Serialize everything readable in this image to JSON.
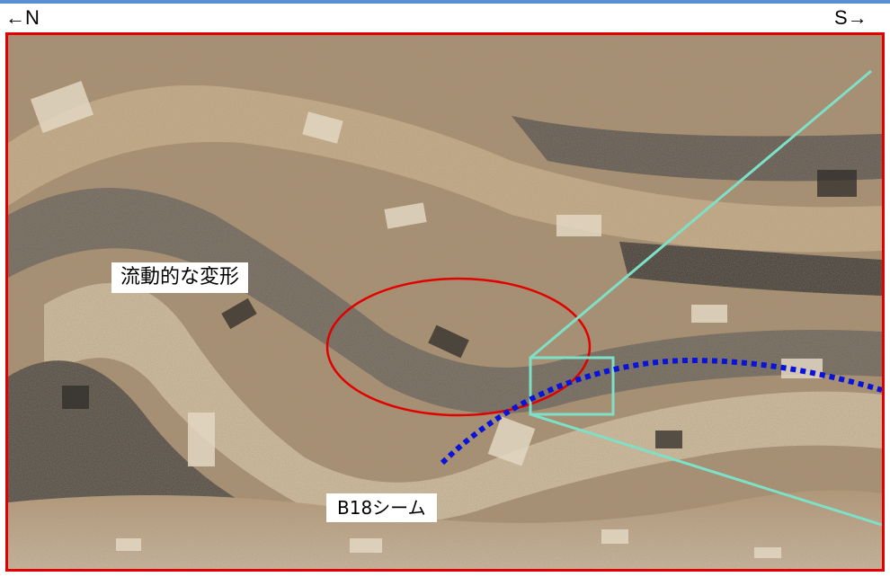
{
  "image": {
    "direction_left": "←N",
    "direction_right": "S→",
    "annotations": {
      "deformation_label": "流動的な変形",
      "seam_label": "B18シーム"
    },
    "colors": {
      "frame_border": "#e00000",
      "top_bar": "#5b8fd1",
      "ellipse_outline": "#e00000",
      "zoom_box": "#7fe0c8",
      "seam_dotted_line": "#0a14d8",
      "label_background": "#ffffff"
    }
  }
}
